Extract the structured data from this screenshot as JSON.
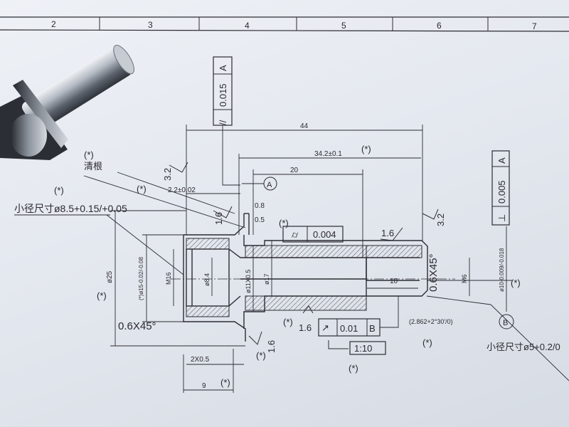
{
  "frame_zones": [
    "2",
    "3",
    "4",
    "5",
    "6",
    "7"
  ],
  "dimensions": {
    "overall_length": "44",
    "step_length": "34.2±0.1",
    "flat_length": "20",
    "flange_pos": "2.2±0.02",
    "chamfer_small_1": "0.8",
    "chamfer_small_2": "0.5",
    "thread_depth": "10",
    "bore_length": "9",
    "groove": "2X0.5",
    "od_flange": "ø25",
    "od_body": "(*)ø15-0.02/-0.08",
    "thread_m16": "M16",
    "bore_84": "ø8.4",
    "od_11": "ø11X0.5",
    "od_17": "ø17",
    "thread_m6": "M6",
    "od_10": "ø10-0.009/-0.018",
    "chamfer_left": "0.6X45°",
    "chamfer_right": "0.6X45°",
    "taper_note": "(2.862+2°30'/0)"
  },
  "gdt": [
    {
      "symbol": "//",
      "value": "0.015",
      "datum": "A"
    },
    {
      "symbol": "⌭",
      "value": "0.004",
      "datum": ""
    },
    {
      "symbol": "↗",
      "value": "0.01",
      "datum": "B"
    },
    {
      "symbol": "⊥",
      "value": "0.005",
      "datum": "A"
    }
  ],
  "datums": [
    "A",
    "B"
  ],
  "roughness": [
    "3.2",
    "1.6",
    "3.2",
    "1.6",
    "1.6",
    "1.6"
  ],
  "notes": {
    "clean_root": "清根",
    "minor_dia_1": "小径尺寸ø8.5+0.15/+0.05",
    "minor_dia_2": "小径尺寸ø5+0.2/0",
    "scale": "1:10",
    "star": "(*)"
  },
  "colors": {
    "ink": "#2b2c31",
    "paper": "#e9ecf2",
    "metal_light": "#c9ced6",
    "metal_dark": "#3a3f47"
  }
}
